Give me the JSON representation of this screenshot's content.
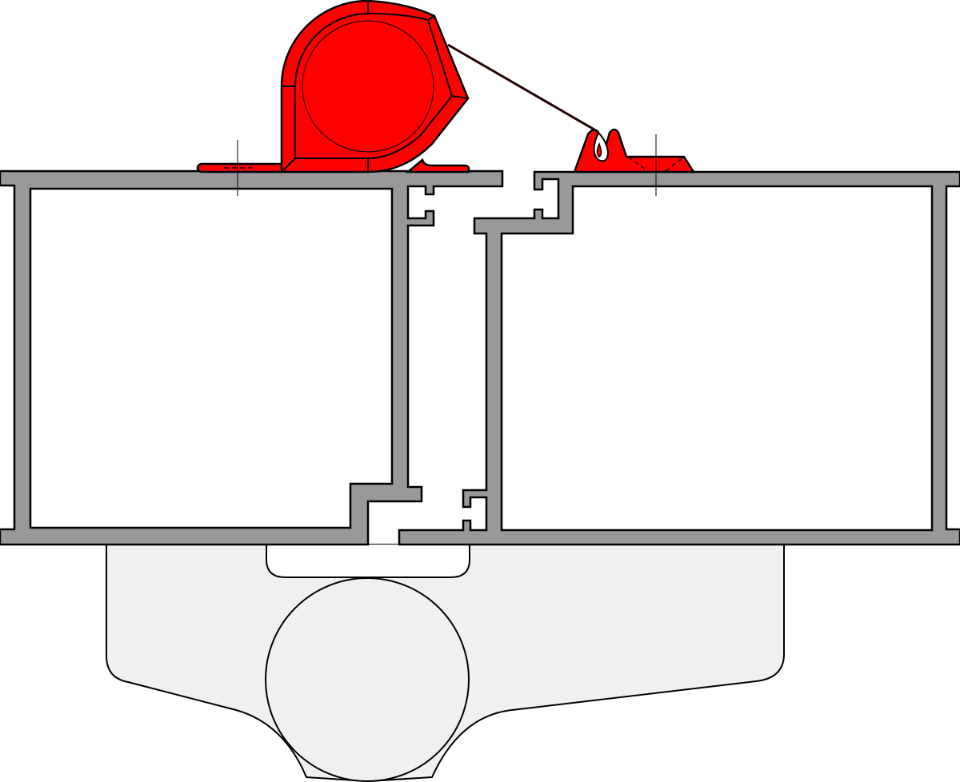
{
  "colors": {
    "profile_fill": "#999999",
    "clamp_fill": "#ff0000",
    "bracket_fill": "#f0f0f0",
    "outline": "#000000",
    "background": "#ffffff"
  },
  "parts": [
    {
      "id": "left-profile",
      "type": "aluminium-profile"
    },
    {
      "id": "right-profile",
      "type": "aluminium-profile"
    },
    {
      "id": "tensioner",
      "type": "tape-reel-clamp"
    },
    {
      "id": "hook-clip",
      "type": "cable-clip"
    },
    {
      "id": "bracket",
      "type": "support-bracket"
    },
    {
      "id": "roller",
      "type": "round-bar"
    }
  ]
}
